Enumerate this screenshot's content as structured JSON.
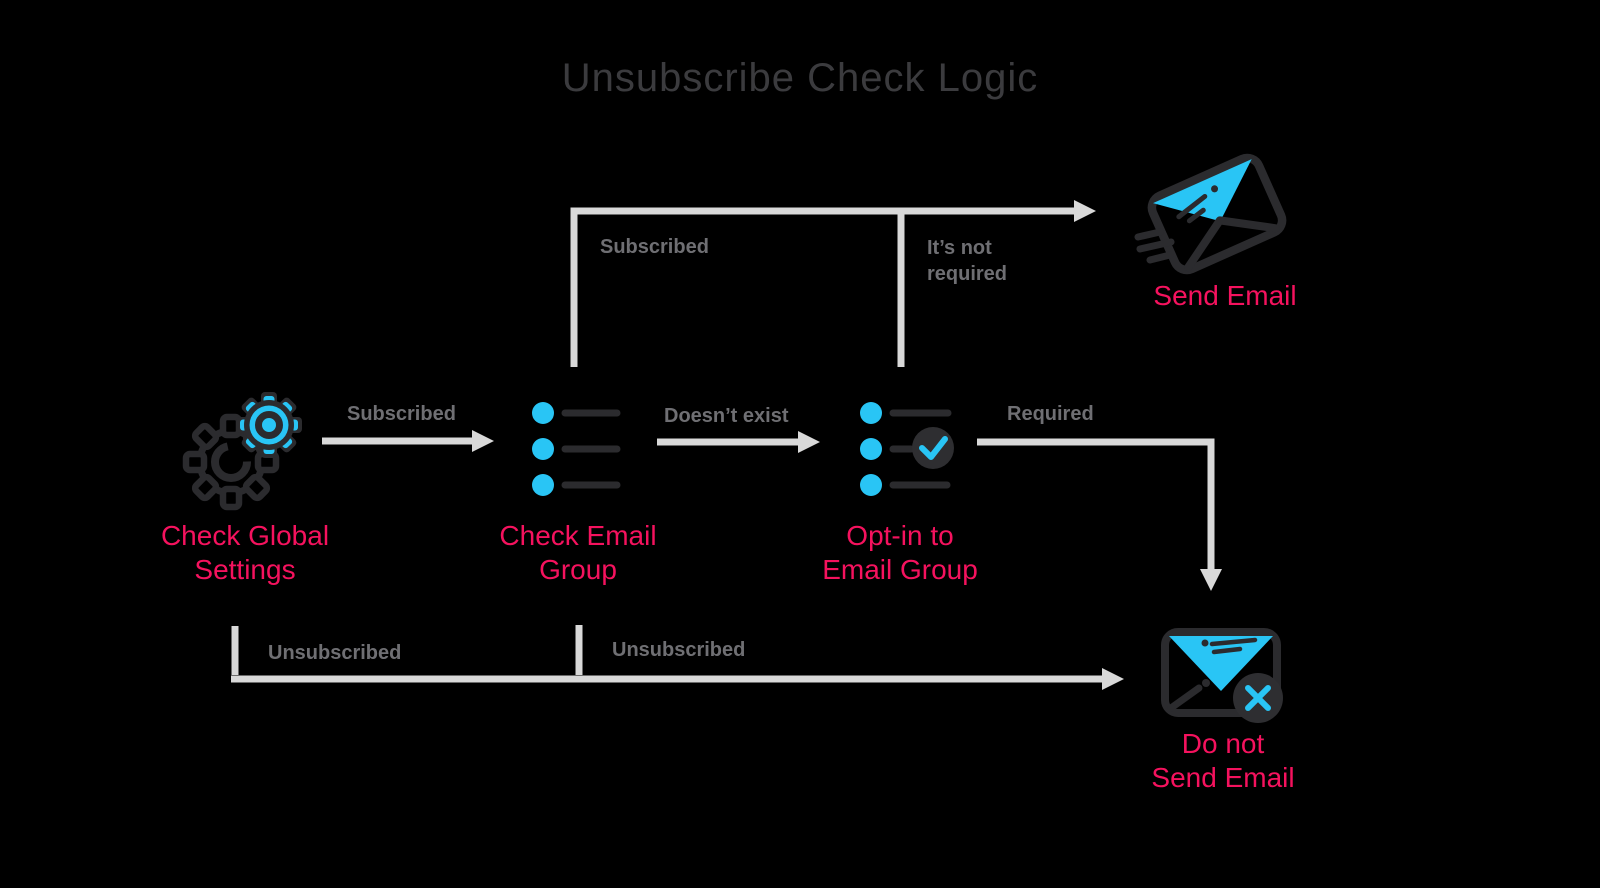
{
  "title": "Unsubscribe Check Logic",
  "colors": {
    "background": "#000000",
    "title": "#3b3b3e",
    "edge_label": "#6f6f73",
    "edge_line": "#d9d9d9",
    "node_label": "#f5125e",
    "icon_dark": "#2b2b2e",
    "icon_fill_dark": "#2e2e31",
    "accent_cyan": "#29c5f5"
  },
  "nodes": {
    "check_global_settings": {
      "label_line1": "Check Global",
      "label_line2": "Settings",
      "icon": "gears-icon"
    },
    "check_email_group": {
      "label_line1": "Check Email",
      "label_line2": "Group",
      "icon": "list-icon"
    },
    "opt_in_email_group": {
      "label_line1": "Opt-in to",
      "label_line2": "Email Group",
      "icon": "list-check-icon"
    },
    "send_email": {
      "label": "Send Email",
      "icon": "send-email-icon"
    },
    "do_not_send_email": {
      "label_line1": "Do not",
      "label_line2": "Send Email",
      "icon": "do-not-send-email-icon"
    }
  },
  "edges": {
    "subscribed_mid": {
      "label": "Subscribed",
      "from": "check_global_settings",
      "to": "check_email_group"
    },
    "subscribed_top": {
      "label": "Subscribed",
      "from": "check_email_group",
      "to": "send_email"
    },
    "doesnt_exist": {
      "label": "Doesn’t exist",
      "from": "check_email_group",
      "to": "opt_in_email_group"
    },
    "its_not_required": {
      "label_line1": "It’s not",
      "label_line2": "required",
      "from": "opt_in_email_group",
      "to": "send_email"
    },
    "required": {
      "label": "Required",
      "from": "opt_in_email_group",
      "to": "do_not_send_email"
    },
    "unsubscribed_left": {
      "label": "Unsubscribed",
      "from": "check_global_settings",
      "to": "do_not_send_email"
    },
    "unsubscribed_mid": {
      "label": "Unsubscribed",
      "from": "check_email_group",
      "to": "do_not_send_email"
    }
  }
}
